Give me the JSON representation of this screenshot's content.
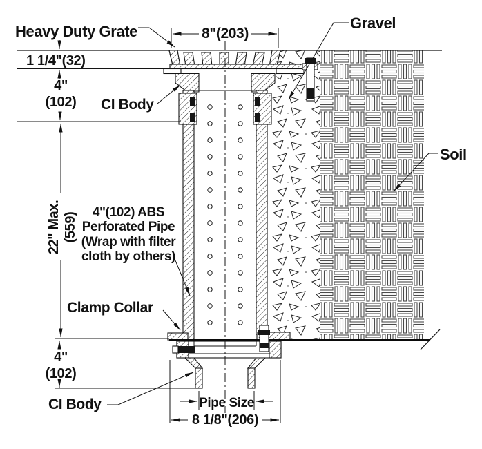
{
  "diagram": {
    "callouts": {
      "heavy_duty_grate": "Heavy Duty Grate",
      "gravel": "Gravel",
      "soil": "Soil",
      "ci_body_top": "CI Body",
      "ci_body_bottom": "CI Body",
      "clamp_collar": "Clamp Collar",
      "abs_note": [
        "4\"(102) ABS",
        "Perforated Pipe",
        "(Wrap with filter",
        "cloth by others)"
      ]
    },
    "dimensions": {
      "grate_width": "8\"(203)",
      "grate_thickness": "1 1/4\"(32)",
      "top_depth": [
        "4\"",
        "(102)"
      ],
      "max_height": [
        "22\" Max.",
        "(559)"
      ],
      "bottom_depth": [
        "4\"",
        "(102)"
      ],
      "pipe_size": "Pipe Size",
      "overall_width": "8 1/8\"(206)"
    },
    "colors": {
      "line": "#141414",
      "background": "#ffffff"
    }
  }
}
